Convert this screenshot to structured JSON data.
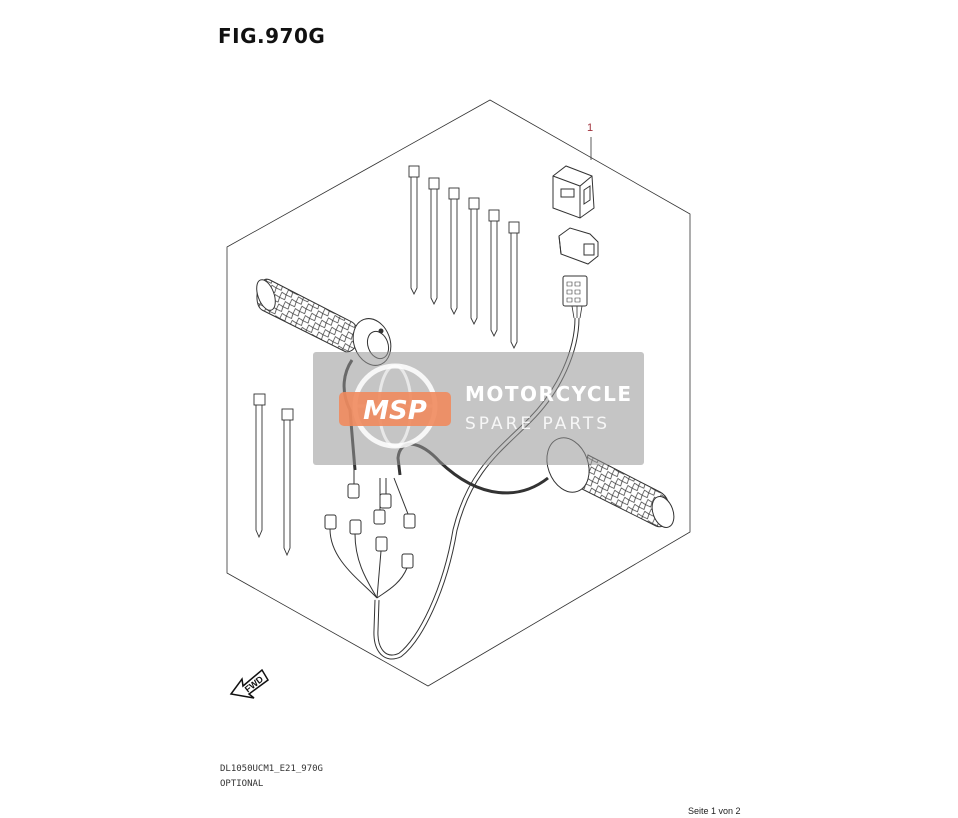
{
  "figure": {
    "title": "FIG.970G",
    "part_number": "1"
  },
  "direction_marker": {
    "label": "FWD"
  },
  "footer": {
    "model_code": "DL1050UCM1_E21_970G",
    "note": "OPTIONAL"
  },
  "page": {
    "label": "Seite 1 von 2"
  },
  "watermark": {
    "logo": "MSP",
    "title": "MOTORCYCLE",
    "subtitle": "SPARE PARTS",
    "accent_color": "#f08a5d"
  },
  "colors": {
    "line": "#2a2a2a",
    "part_ref": "#a0303a"
  }
}
